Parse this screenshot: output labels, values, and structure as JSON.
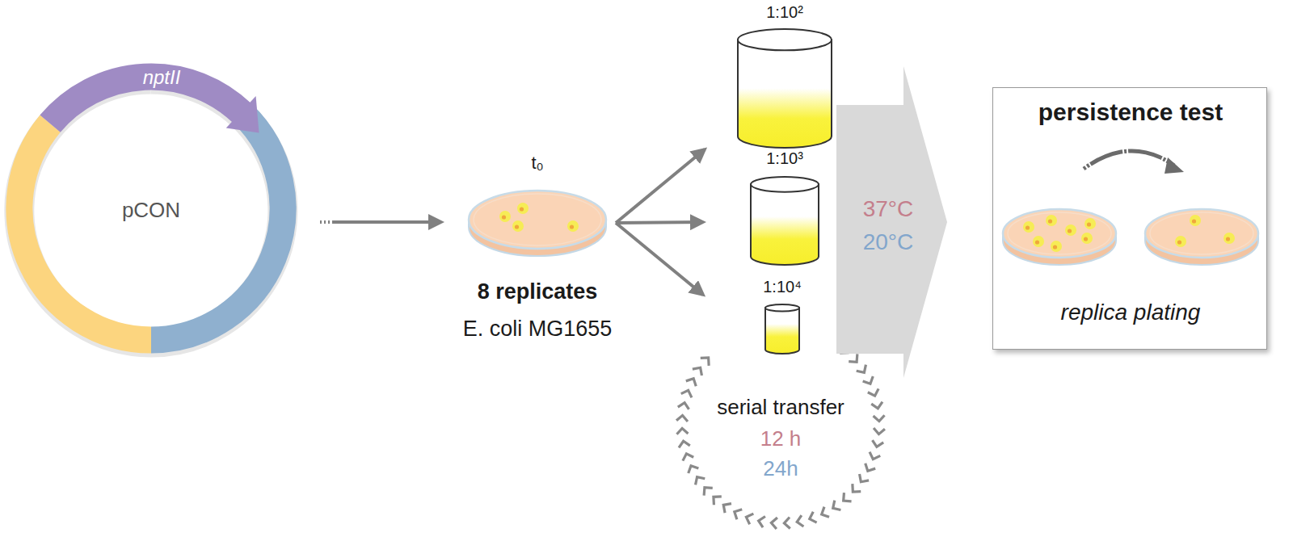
{
  "diagram": {
    "nodes": [
      {
        "text": [
          "nptII",
          "pCON"
        ]
      },
      {
        "text": [
          "t₀",
          "8 replicates",
          "E. coli MG1655"
        ]
      },
      {
        "text": [
          "1:10²"
        ]
      },
      {
        "text": [
          "1:10³"
        ]
      },
      {
        "text": [
          "1:10⁴"
        ]
      },
      {
        "text": [
          "serial transfer",
          "12 h",
          "24h"
        ]
      },
      {
        "text": [
          "37°C",
          "20°C"
        ]
      },
      {
        "text": [
          "persistence test",
          "replica plating"
        ]
      }
    ],
    "edges": [
      {
        "from": 0,
        "to": 1,
        "arrow": "to"
      },
      {
        "from": 1,
        "to": 2,
        "arrow": "to"
      },
      {
        "from": 1,
        "to": 3,
        "arrow": "to"
      },
      {
        "from": 1,
        "to": 4,
        "arrow": "to"
      }
    ]
  }
}
